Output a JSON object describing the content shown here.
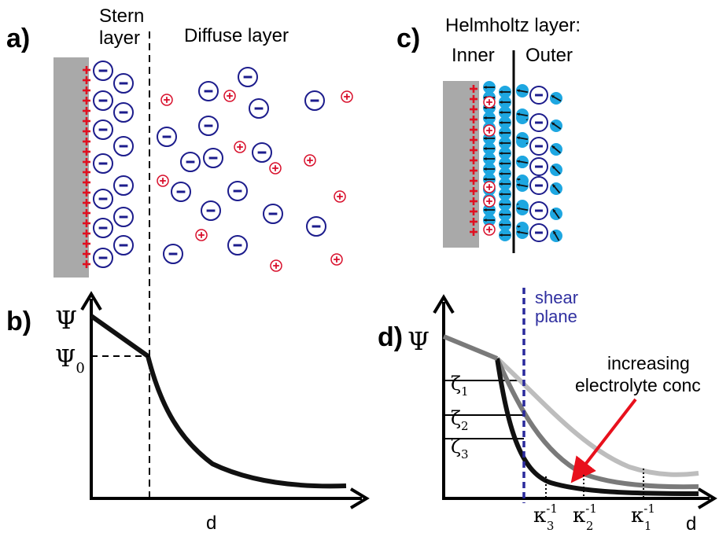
{
  "panels": {
    "a": "a)",
    "b": "b)",
    "c": "c)",
    "d": "d)"
  },
  "panel_a": {
    "stern_line1": "Stern",
    "stern_line2": "layer",
    "diffuse": "Diffuse layer"
  },
  "panel_b": {
    "y_axis": "Ψ",
    "psi0_main": "Ψ",
    "psi0_sub": "0",
    "x_axis": "d"
  },
  "panel_c": {
    "title": "Helmholtz layer:",
    "inner": "Inner",
    "outer": "Outer"
  },
  "panel_d": {
    "y_axis": "Ψ",
    "x_axis": "d",
    "shear_line1": "shear",
    "shear_line2": "plane",
    "annotation_line1": "increasing",
    "annotation_line2": "electrolyte conc",
    "zeta": [
      {
        "main": "ζ",
        "sub": "1"
      },
      {
        "main": "ζ",
        "sub": "2"
      },
      {
        "main": "ζ",
        "sub": "3"
      }
    ],
    "kappa": [
      {
        "main": "κ",
        "sup": "-1",
        "sub": "3"
      },
      {
        "main": "κ",
        "sup": "-1",
        "sub": "2"
      },
      {
        "main": "κ",
        "sup": "-1",
        "sub": "1"
      }
    ]
  },
  "colors": {
    "electrode": "#a9a9a9",
    "anion": "#1c1c8c",
    "cation": "#d8102c",
    "water": "#1ea7e1",
    "shear_plane": "#2a2a9c",
    "curve_high": "#111111",
    "curve_mid": "#7a7a7a",
    "curve_low": "#bdbdbd",
    "arrow": "#e8101c"
  }
}
